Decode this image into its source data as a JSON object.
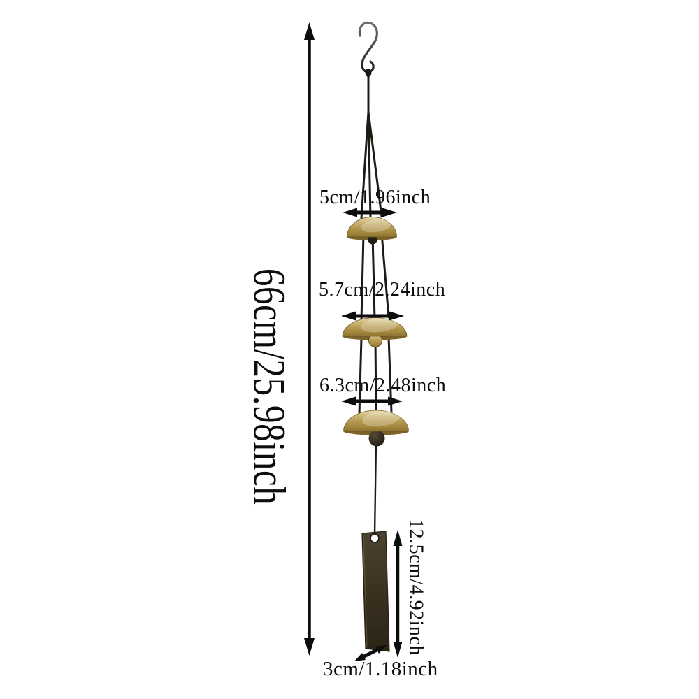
{
  "image": {
    "type": "product-dimension-diagram",
    "subject": "metal wind chime with S-hook, three brass bells and rectangular bronze wind catcher",
    "background_color": "#ffffff",
    "annotation_color": "#0d0d0d"
  },
  "dimensions": {
    "overall_height": "66cm/25.98inch",
    "top_bell_width": "5cm/1.96inch",
    "middle_bell_width": "5.7cm/2.24inch",
    "bottom_bell_width": "6.3cm/2.48inch",
    "wind_catcher_height": "12.5cm/4.92inch",
    "wind_catcher_width": "3cm/1.18inch"
  },
  "product_colors": {
    "bell_brass": "#b3974e",
    "bell_highlight": "#ded0a0",
    "wind_catcher_bronze": "#3a3120",
    "cord_black": "#1f1a14",
    "hook_gray": "#555555"
  },
  "parts": [
    "s-hook",
    "hanging-cords",
    "small-bell",
    "medium-bell",
    "large-bell",
    "clapper-ball",
    "wind-catcher-plate"
  ]
}
